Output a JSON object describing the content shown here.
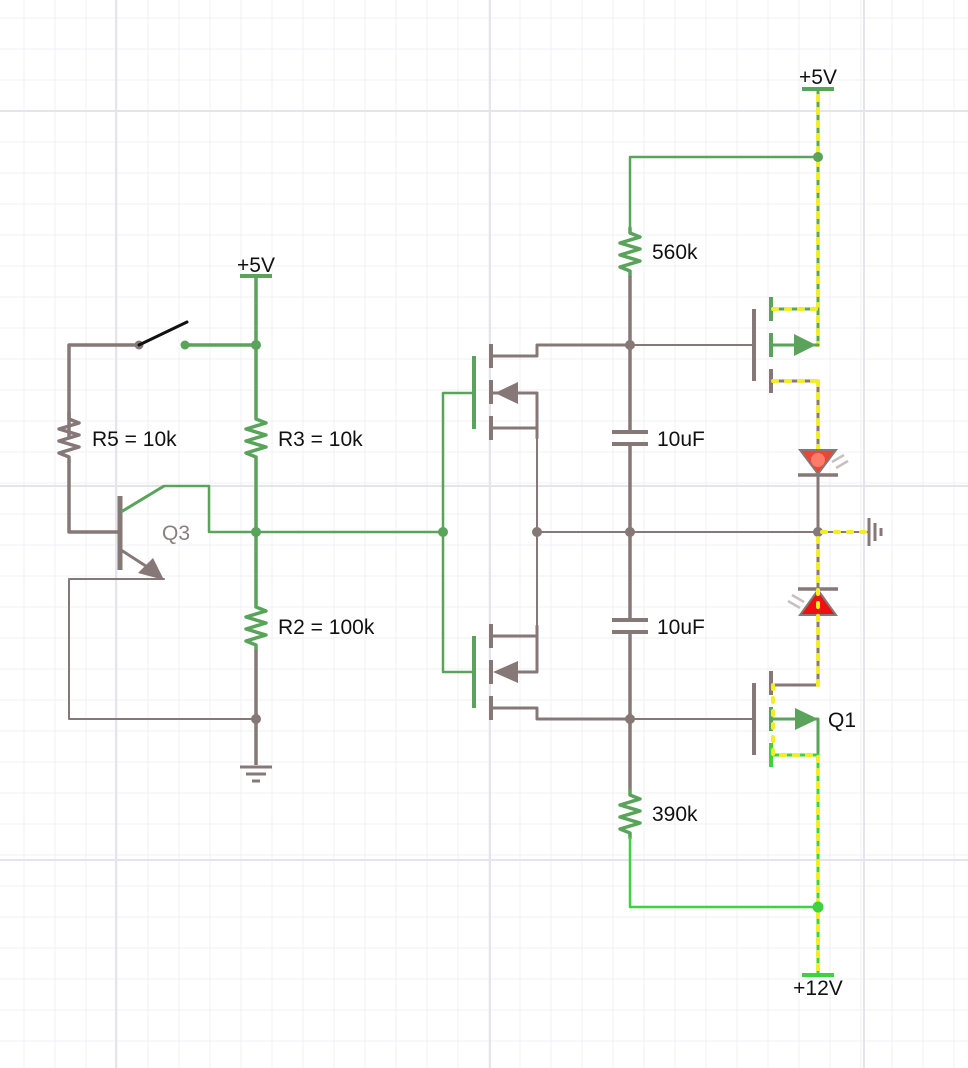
{
  "colors": {
    "grey": "#857877",
    "green": "#5aa35a",
    "bright_green": "#3fd13f",
    "current_dots": "#f2ee22",
    "led": "#ee4433",
    "grid_minor": "#f0f0f5",
    "grid_major": "#e4e4ec"
  },
  "labels": {
    "supply_top_right": "+5V",
    "supply_left": "+5V",
    "supply_bottom": "+12V",
    "r5": "R5 = 10k",
    "r3": "R3 = 10k",
    "r2": "R2 = 100k",
    "q3": "Q3",
    "r560k": "560k",
    "c_top": "10uF",
    "c_bottom": "10uF",
    "r390k": "390k",
    "q1": "Q1"
  },
  "components": [
    {
      "kind": "switch",
      "state": "open"
    },
    {
      "kind": "resistor",
      "label": "R5 = 10k"
    },
    {
      "kind": "resistor",
      "label": "R3 = 10k"
    },
    {
      "kind": "resistor",
      "label": "R2 = 100k"
    },
    {
      "kind": "npn-transistor",
      "label": "Q3"
    },
    {
      "kind": "p-mosfet"
    },
    {
      "kind": "n-mosfet"
    },
    {
      "kind": "resistor",
      "label": "560k"
    },
    {
      "kind": "capacitor",
      "label": "10uF"
    },
    {
      "kind": "capacitor",
      "label": "10uF"
    },
    {
      "kind": "resistor",
      "label": "390k"
    },
    {
      "kind": "p-mosfet"
    },
    {
      "kind": "n-mosfet",
      "label": "Q1"
    },
    {
      "kind": "led",
      "lit": true
    },
    {
      "kind": "led",
      "lit": true
    },
    {
      "kind": "ground"
    },
    {
      "kind": "ground"
    }
  ]
}
